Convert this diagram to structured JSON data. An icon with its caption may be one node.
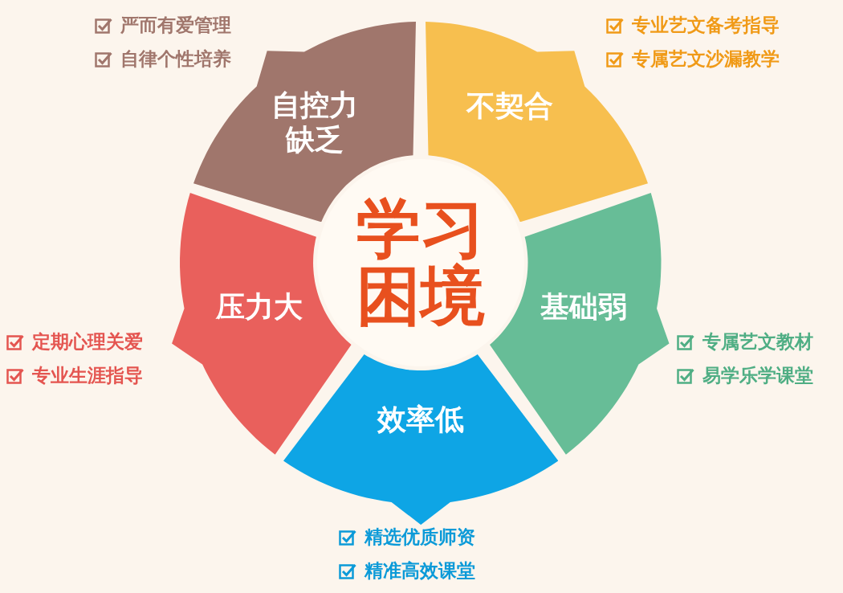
{
  "diagram": {
    "nodes": [
      {
        "text": [
          "学习困境"
        ]
      },
      {
        "text": [
          "自控力缺乏"
        ],
        "beside": [
          "严而有爱管理",
          "自律个性培养"
        ]
      },
      {
        "text": [
          "不契合"
        ],
        "beside": [
          "专业艺文备考指导",
          "专属艺文沙漏教学"
        ]
      },
      {
        "text": [
          "基础弱"
        ],
        "beside": [
          "专属艺文教材",
          "易学乐学课堂"
        ]
      },
      {
        "text": [
          "效率低"
        ],
        "beside": [
          "精选优质师资",
          "精准高效课堂"
        ]
      },
      {
        "text": [
          "压力大"
        ],
        "beside": [
          "定期心理关爱",
          "专业生涯指导"
        ]
      }
    ],
    "edges": []
  }
}
